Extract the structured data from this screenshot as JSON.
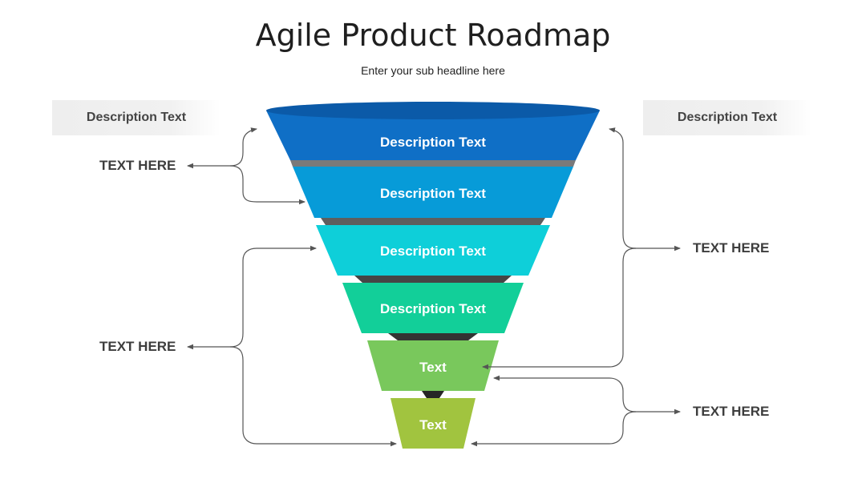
{
  "title": "Agile Product Roadmap",
  "subtitle": "Enter your sub headline here",
  "descriptions": {
    "left": "Description Text",
    "right": "Description Text"
  },
  "funnel": {
    "levels": [
      {
        "label": "Description Text",
        "color": "#0f6fc6"
      },
      {
        "label": "Description Text",
        "color": "#079bd8"
      },
      {
        "label": "Description Text",
        "color": "#0ecfd9"
      },
      {
        "label": "Description Text",
        "color": "#12cf99"
      },
      {
        "label": "Text",
        "color": "#79c85c"
      },
      {
        "label": "Text",
        "color": "#a1c43f"
      }
    ],
    "rim_color": "#0b5aa8",
    "connector_colors": [
      "#7a7a7a",
      "#5e5e5e",
      "#454545",
      "#333333",
      "#262626"
    ]
  },
  "side_labels": {
    "left_top": "TEXT HERE",
    "left_bottom": "TEXT HERE",
    "right_middle": "TEXT HERE",
    "right_bottom": "TEXT HERE"
  },
  "connector_color": "#555555"
}
